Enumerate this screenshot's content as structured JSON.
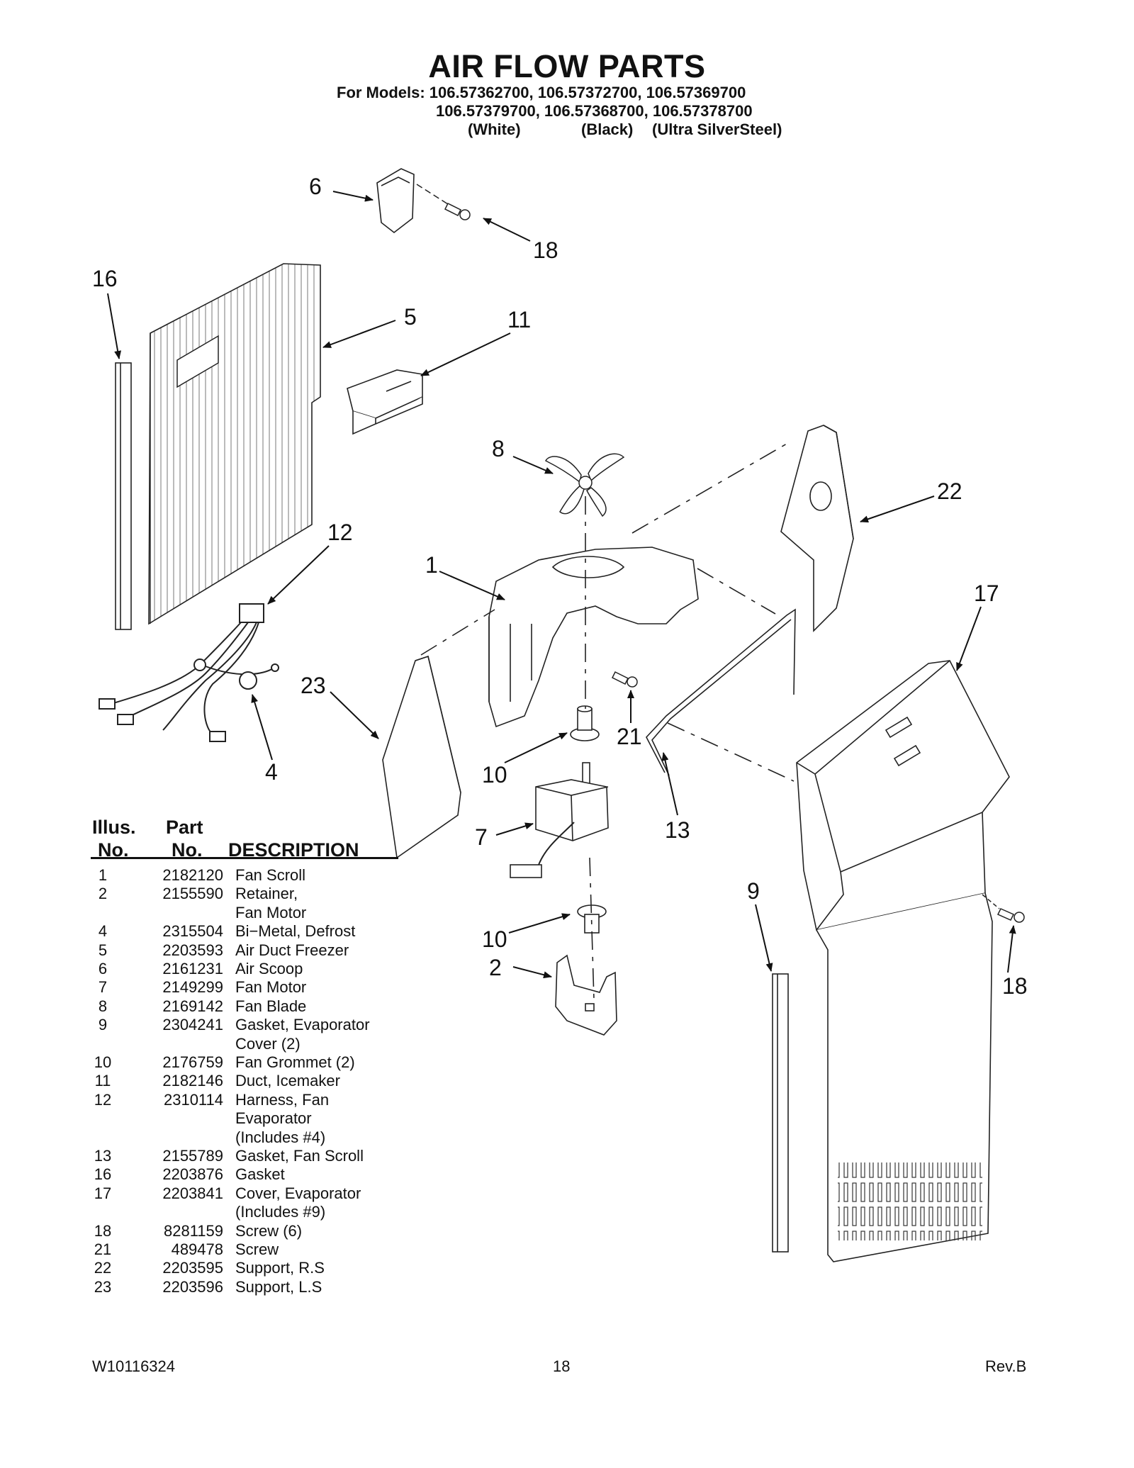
{
  "page": {
    "title": "AIR FLOW PARTS",
    "models_line1": "For Models: 106.57362700, 106.57372700, 106.57369700",
    "models_line2": "106.57379700, 106.57368700, 106.57378700",
    "finish_white": "(White)",
    "finish_black": "(Black)",
    "finish_steel": "(Ultra SilverSteel)"
  },
  "callouts": {
    "c6": "6",
    "c18a": "18",
    "c16": "16",
    "c5": "5",
    "c11": "11",
    "c8": "8",
    "c22": "22",
    "c12": "12",
    "c1": "1",
    "c17": "17",
    "c23": "23",
    "c4": "4",
    "c21": "21",
    "c10a": "10",
    "c13": "13",
    "c7": "7",
    "c9": "9",
    "c10b": "10",
    "c2": "2",
    "c18b": "18"
  },
  "parts_table": {
    "header_illus_1": "Illus.",
    "header_illus_2": "No.",
    "header_part_1": "Part",
    "header_part_2": "No.",
    "header_desc": "DESCRIPTION",
    "rows": [
      {
        "no": "1",
        "part": "2182120",
        "desc": [
          "Fan Scroll"
        ]
      },
      {
        "no": "2",
        "part": "2155590",
        "desc": [
          "Retainer,",
          "Fan Motor"
        ]
      },
      {
        "no": "4",
        "part": "2315504",
        "desc": [
          "Bi−Metal, Defrost"
        ]
      },
      {
        "no": "5",
        "part": "2203593",
        "desc": [
          "Air Duct Freezer"
        ]
      },
      {
        "no": "6",
        "part": "2161231",
        "desc": [
          "Air Scoop"
        ]
      },
      {
        "no": "7",
        "part": "2149299",
        "desc": [
          "Fan Motor"
        ]
      },
      {
        "no": "8",
        "part": "2169142",
        "desc": [
          "Fan Blade"
        ]
      },
      {
        "no": "9",
        "part": "2304241",
        "desc": [
          "Gasket, Evaporator",
          "Cover (2)"
        ]
      },
      {
        "no": "10",
        "part": "2176759",
        "desc": [
          "Fan Grommet (2)"
        ]
      },
      {
        "no": "11",
        "part": "2182146",
        "desc": [
          "Duct, Icemaker"
        ]
      },
      {
        "no": "12",
        "part": "2310114",
        "desc": [
          "Harness, Fan",
          "Evaporator",
          "(Includes #4)"
        ]
      },
      {
        "no": "13",
        "part": "2155789",
        "desc": [
          "Gasket, Fan Scroll"
        ]
      },
      {
        "no": "16",
        "part": "2203876",
        "desc": [
          "Gasket"
        ]
      },
      {
        "no": "17",
        "part": "2203841",
        "desc": [
          "Cover, Evaporator",
          "(Includes #9)"
        ]
      },
      {
        "no": "18",
        "part": "8281159",
        "desc": [
          "Screw (6)"
        ]
      },
      {
        "no": "21",
        "part": "489478",
        "desc": [
          "Screw"
        ]
      },
      {
        "no": "22",
        "part": "2203595",
        "desc": [
          "Support, R.S"
        ]
      },
      {
        "no": "23",
        "part": "2203596",
        "desc": [
          "Support, L.S"
        ]
      }
    ]
  },
  "footer": {
    "doc_number": "W10116324",
    "page_number": "18",
    "revision": "Rev.B"
  }
}
